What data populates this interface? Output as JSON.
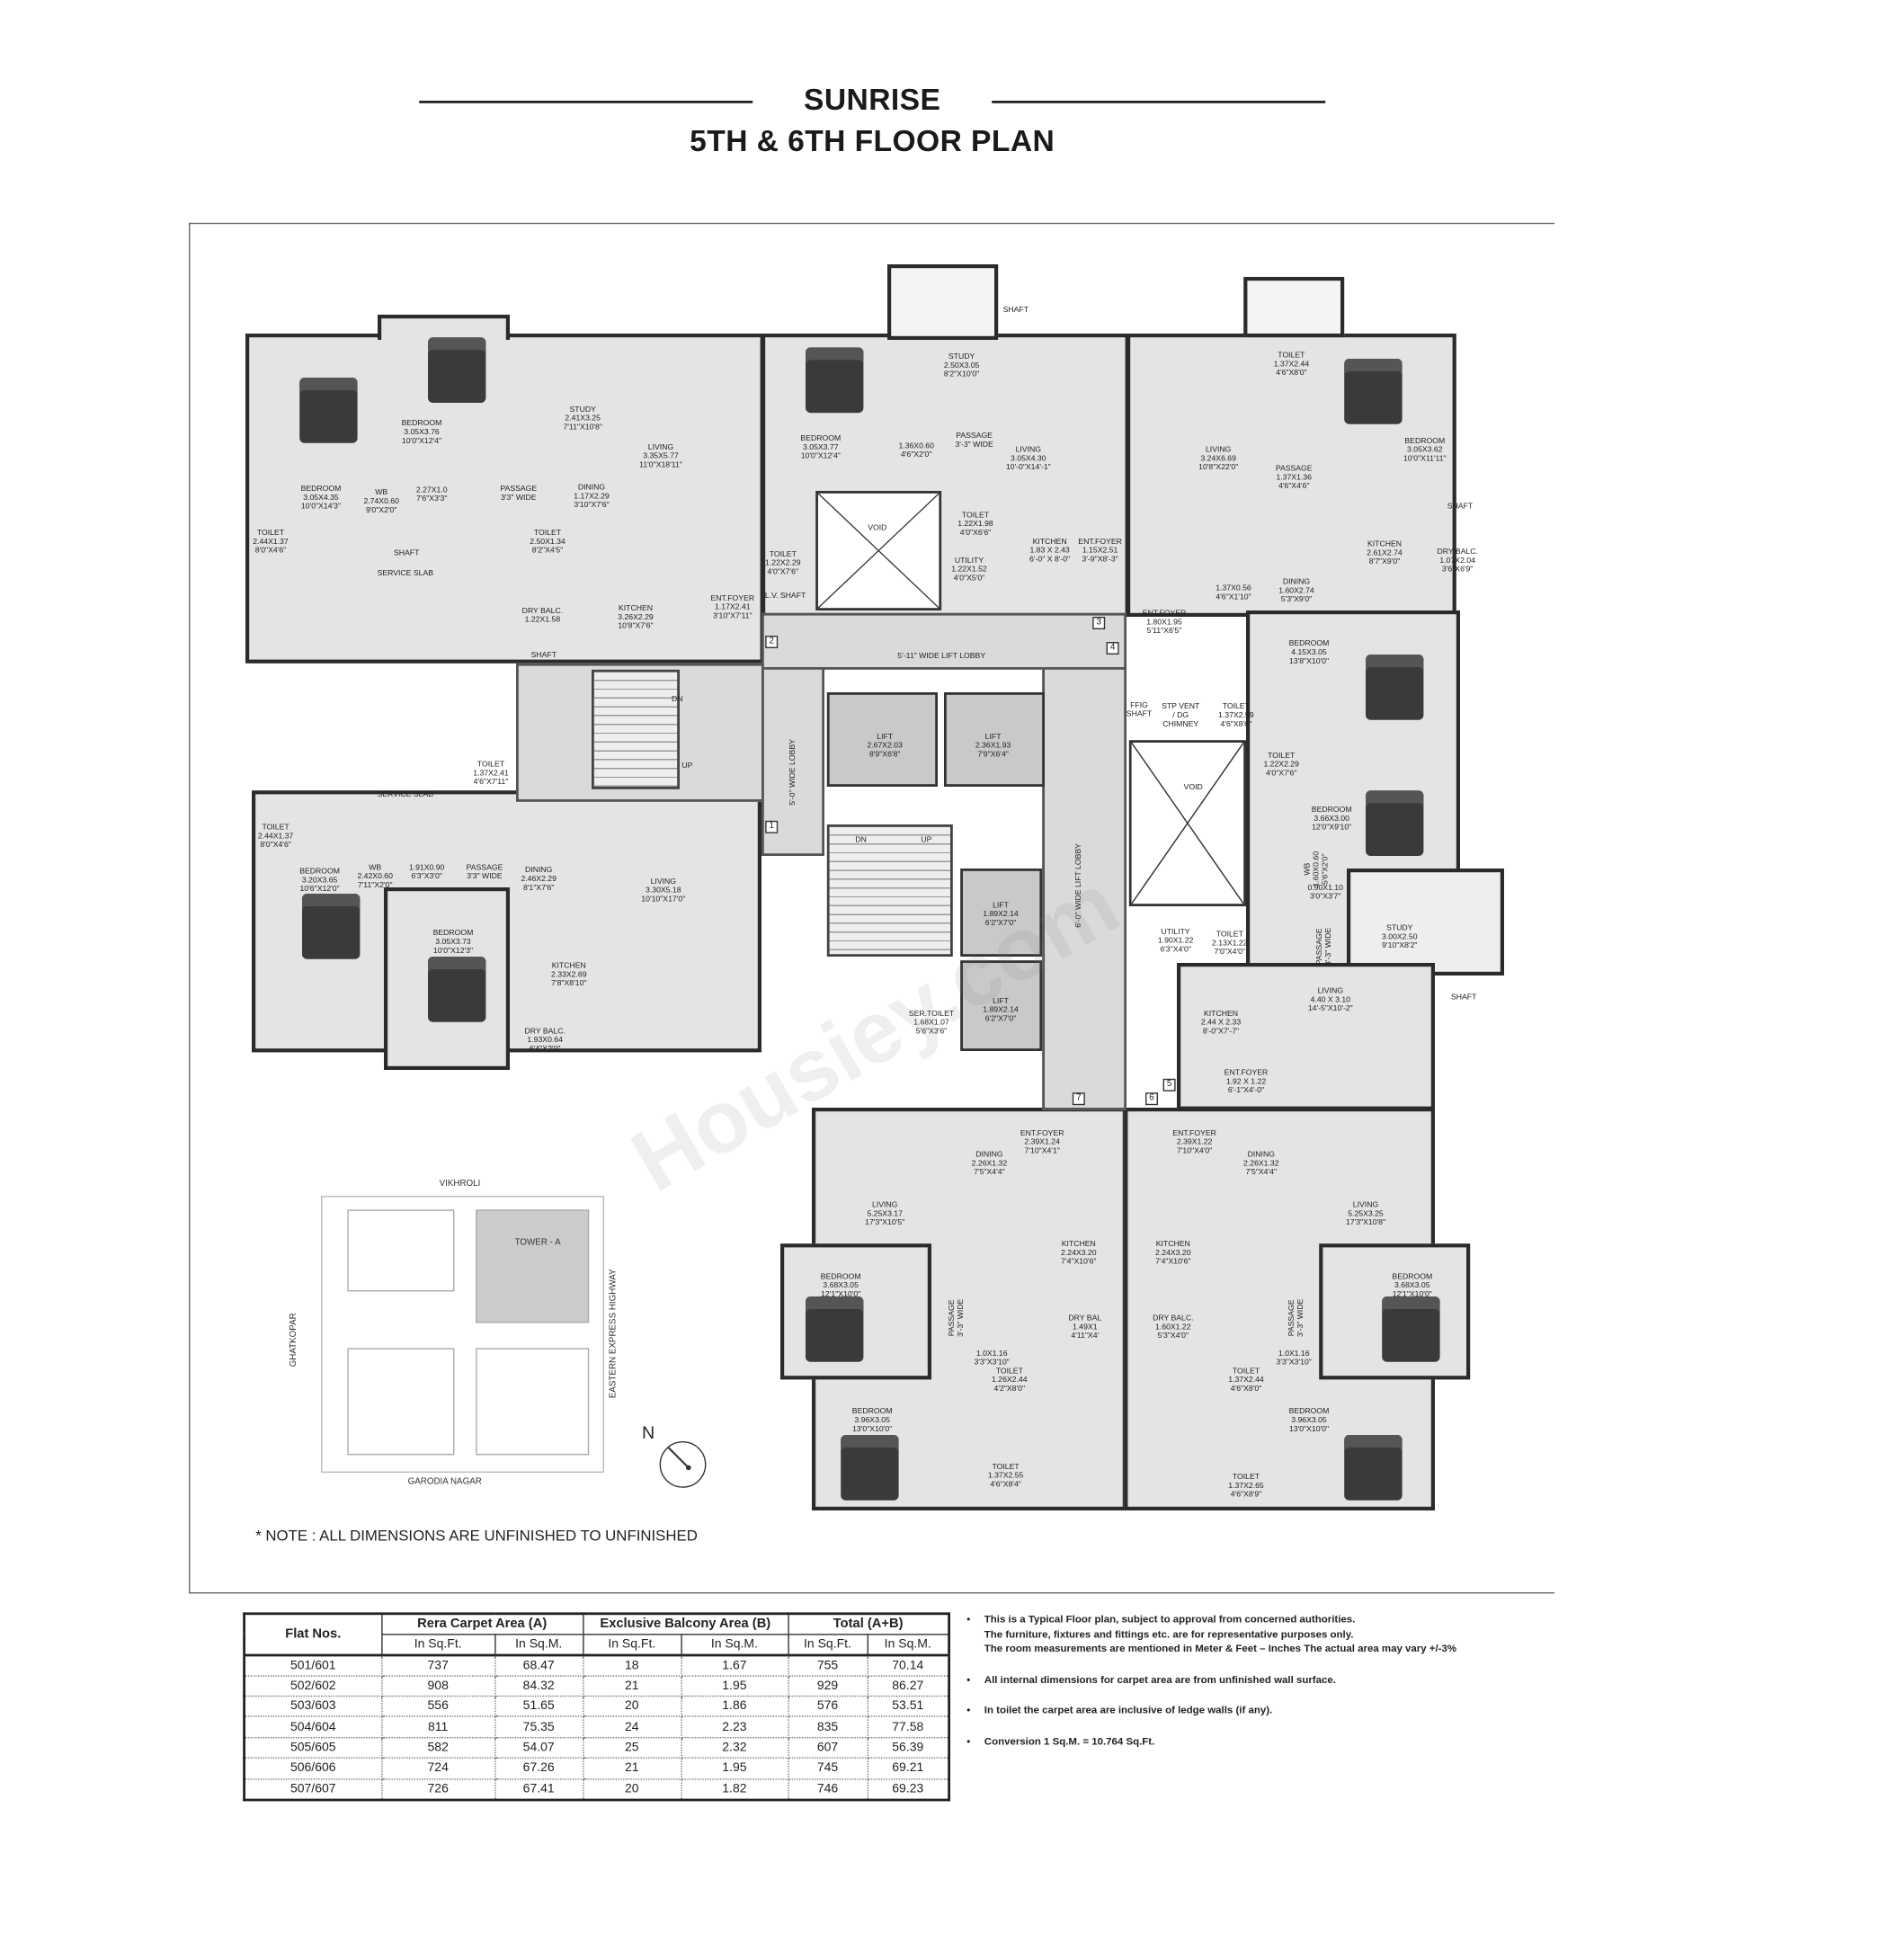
{
  "header": {
    "project": "SUNRISE",
    "subtitle": "5TH & 6TH FLOOR PLAN"
  },
  "watermark": "Housiey.com",
  "plan": {
    "rooms": [
      "BEDROOM\n3.05X4.35\n10'0\"X14'3\"",
      "BEDROOM\n3.05X3.76\n10'0\"X12'4\"",
      "STUDY\n2.41X3.25\n7'11\"X10'8\"",
      "LIVING\n3.35X5.77\n11'0\"X18'11\"",
      "WB\n2.74X0.60\n9'0\"X2'0\"",
      "2.27X1.0\n7'6\"X3'3\"",
      "PASSAGE\n3'3\" WIDE",
      "DINING\n1.17X2.29\n3'10\"X7'6\"",
      "TOILET\n2.44X1.37\n8'0\"X4'6\"",
      "TOILET\n2.50X1.34\n8'2\"X4'5\"",
      "SERVICE SLAB",
      "DRY BALC.\n1.22X1.58",
      "KITCHEN\n3.26X2.29\n10'8\"X7'6\"",
      "ENT.FOYER\n1.17X2.41\n3'10\"X7'11\"",
      "BEDROOM\n3.05X3.77\n10'0\"X12'4\"",
      "STUDY\n2.50X3.05\n8'2\"X10'0\"",
      "PASSAGE\n3'-3\" WIDE",
      "1.36X0.60\n4'6\"X2'0\"",
      "LIVING\n3.05X4.30\n10'-0\"X14'-1\"",
      "TOILET\n1.22X1.98\n4'0\"X6'6\"",
      "TOILET\n1.22X2.29\n4'0\"X7'6\"",
      "UTILITY\n1.22X1.52\n4'0\"X5'0\"",
      "KITCHEN\n1.83 X 2.43\n6'-0\" X 8'-0\"",
      "ENT.FOYER\n1.15X2.51\n3'-9\"X8'-3\"",
      "VOID",
      "L.V. SHAFT",
      "5'-11\" WIDE LIFT LOBBY",
      "LIFT\n2.67X2.03\n8'9\"X6'8\"",
      "LIFT\n2.36X1.93\n7'9\"X6'4\"",
      "5'-0\" WIDE LOBBY",
      "6'-0\" WIDE LIFT LOBBY",
      "DN",
      "UP",
      "DN",
      "UP",
      "LIFT\n1.89X2.14\n6'2\"X7'0\"",
      "LIFT\n1.89X2.14\n6'2\"X7'0\"",
      "SER.TOILET\n1.68X1.07\n5'6\"X3'6\"",
      "LIVING\n3.24X6.69\n10'8\"X22'0\"",
      "TOILET\n1.37X2.44\n4'6\"X8'0\"",
      "PASSAGE\n1.37X1.36\n4'6\"X4'6\"",
      "BEDROOM\n3.05X3.62\n10'0\"X11'11\"",
      "KITCHEN\n2.61X2.74\n8'7\"X9'0\"",
      "DRY BALC.\n1.07X2.04\n3'6\"X6'9\"",
      "1.37X0.56\n4'6\"X1'10\"",
      "DINING\n1.60X2.74\n5'3\"X9'0\"",
      "ENT.FOYER\n1.80X1.95\n5'11\"X6'5\"",
      "BEDROOM\n4.15X3.05\n13'8\"X10'0\"",
      "TOILET\n1.37X2.59\n4'6\"X8'6\"",
      "FFIG\nSHAFT",
      "STP VENT\n/ DG\nCHIMNEY",
      "VOID",
      "TOILET\n1.22X2.29\n4'0\"X7'6\"",
      "BEDROOM\n3.66X3.00\n12'0\"X9'10\"",
      "WB\n1.60X0.60\n5'6\"X2'0\"",
      "0.90X1.10\n3'0\"X3'7\"",
      "PASSAGE\n3'-3\" WIDE",
      "STUDY\n3.00X2.50\n9'10\"X8'2\"",
      "UTILITY\n1.90X1.22\n6'3\"X4'0\"",
      "TOILET\n2.13X1.22\n7'0\"X4'0\"",
      "LIVING\n4.40 X 3.10\n14'-5\"X10'-2\"",
      "KITCHEN\n2.44 X 2.33\n8'-0\"X7'-7\"",
      "ENT.FOYER\n1.92 X 1.22\n6'-1\"X4'-0\"",
      "TOILET\n1.37X2.41\n4'6\"X7'11\"",
      "SERVICE SLAB",
      "TOILET\n2.44X1.37\n8'0\"X4'6\"",
      "BEDROOM\n3.20X3.65\n10'6\"X12'0\"",
      "WB\n2.42X0.60\n7'11\"X2'0\"",
      "1.91X0.90\n6'3\"X3'0\"",
      "PASSAGE\n3'3\" WIDE",
      "DINING\n2.46X2.29\n8'1\"X7'6\"",
      "LIVING\n3.30X5.18\n10'10\"X17'0\"",
      "BEDROOM\n3.05X3.73\n10'0\"X12'3\"",
      "KITCHEN\n2.33X2.69\n7'8\"X8'10\"",
      "DRY BALC.\n1.93X0.64\n6'4\"X2'0\"",
      "ENT.FOYER\n2.39X1.24\n7'10\"X4'1\"",
      "ENT.FOYER\n2.39X1.22\n7'10\"X4'0\"",
      "DINING\n2.26X1.32\n7'5\"X4'4\"",
      "DINING\n2.26X1.32\n7'5\"X4'4\"",
      "LIVING\n5.25X3.17\n17'3\"X10'5\"",
      "LIVING\n5.25X3.25\n17'3\"X10'8\"",
      "KITCHEN\n2.24X3.20\n7'4\"X10'6\"",
      "KITCHEN\n2.24X3.20\n7'4\"X10'6\"",
      "BEDROOM\n3.68X3.05\n12'1\"X10'0\"",
      "BEDROOM\n3.68X3.05\n12'1\"X10'0\"",
      "PASSAGE\n3'-3\" WIDE",
      "PASSAGE\n3'-3\" WIDE",
      "DRY BAL\n1.49X1\n4'11\"X4'",
      "DRY BALC.\n1.60X1.22\n5'3\"X4'0\"",
      "1.0X1.16\n3'3\"X3'10\"",
      "1.0X1.16\n3'3\"X3'10\"",
      "TOILET\n1.26X2.44\n4'2\"X8'0\"",
      "TOILET\n1.37X2.44\n4'6\"X8'0\"",
      "BEDROOM\n3.96X3.05\n13'0\"X10'0\"",
      "BEDROOM\n3.96X3.05\n13'0\"X10'0\"",
      "TOILET\n1.37X2.55\n4'6\"X8'4\"",
      "TOILET\n1.37X2.65\n4'6\"X8'9\"",
      "SHAFT",
      "SHAFT",
      "SHAFT",
      "SHAFT",
      "SHAFT"
    ],
    "flat_markers": [
      "1",
      "2",
      "3",
      "4",
      "5",
      "6",
      "7"
    ]
  },
  "key_plan": {
    "north_road": "VIKHROLI",
    "tower": "TOWER - A",
    "west_road": "GHATKOPAR",
    "east_road": "EASTERN EXPRESS HIGHWAY",
    "south_road": "GARODIA NAGAR",
    "north_symbol": "N"
  },
  "note": "* NOTE : ALL DIMENSIONS ARE UNFINISHED TO UNFINISHED",
  "area_table": {
    "headers": {
      "flat": "Flat Nos.",
      "carpet": "Rera Carpet Area (A)",
      "balcony": "Exclusive Balcony Area (B)",
      "total": "Total (A+B)",
      "sqft": "In Sq.Ft.",
      "sqm": "In Sq.M."
    },
    "rows": [
      [
        "501/601",
        "737",
        "68.47",
        "18",
        "1.67",
        "755",
        "70.14"
      ],
      [
        "502/602",
        "908",
        "84.32",
        "21",
        "1.95",
        "929",
        "86.27"
      ],
      [
        "503/603",
        "556",
        "51.65",
        "20",
        "1.86",
        "576",
        "53.51"
      ],
      [
        "504/604",
        "811",
        "75.35",
        "24",
        "2.23",
        "835",
        "77.58"
      ],
      [
        "505/605",
        "582",
        "54.07",
        "25",
        "2.32",
        "607",
        "56.39"
      ],
      [
        "506/606",
        "724",
        "67.26",
        "21",
        "1.95",
        "745",
        "69.21"
      ],
      [
        "507/607",
        "726",
        "67.41",
        "20",
        "1.82",
        "746",
        "69.23"
      ]
    ]
  },
  "notes": [
    "This is a Typical Floor plan, subject to approval from concerned authorities.\nThe furniture, fixtures and fittings etc. are for representative purposes only.\nThe room measurements are mentioned in Meter & Feet – Inches The actual area may vary +/-3%",
    "All internal dimensions for carpet area are from unfinished wall surface.",
    "In toilet the carpet area are inclusive of ledge walls (if any).",
    "Conversion 1 Sq.M. = 10.764 Sq.Ft."
  ]
}
